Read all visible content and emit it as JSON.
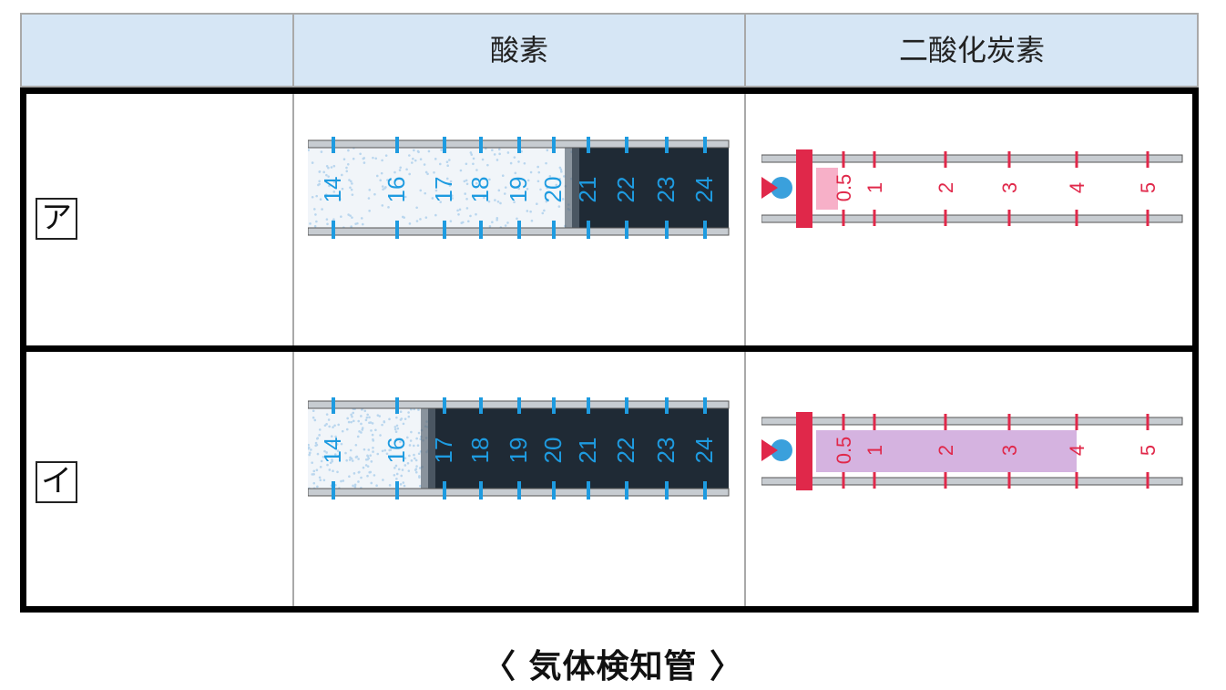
{
  "table": {
    "headers": [
      "",
      "酸素",
      "二酸化炭素"
    ],
    "rows": [
      {
        "label": "ア",
        "oxygen_level": 21,
        "co2_level": 0.5
      },
      {
        "label": "イ",
        "oxygen_level": 17,
        "co2_level": 4
      }
    ]
  },
  "oxygen_tube": {
    "scale": [
      "14",
      "16",
      "17",
      "18",
      "19",
      "20",
      "21",
      "22",
      "23",
      "24"
    ],
    "color": "#1e9be0"
  },
  "co2_tube": {
    "scale": [
      "0.5",
      "1",
      "2",
      "3",
      "4",
      "5"
    ],
    "color": "#e0284a"
  },
  "caption": "〈 気体検知管 〉"
}
